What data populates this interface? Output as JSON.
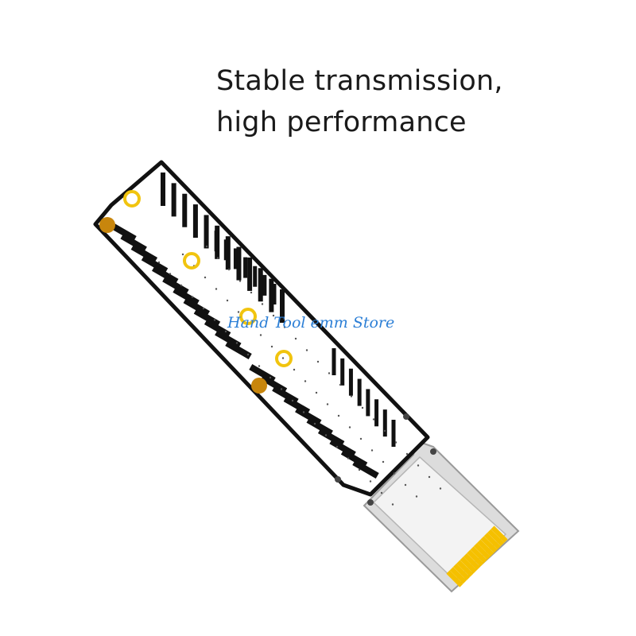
{
  "headline": {
    "line1": "Stable transmission,",
    "line2": "high performance"
  },
  "watermark": {
    "text": "Hand Tool emm Store",
    "color": "#2c7fd6"
  },
  "product": {
    "board_color": "#ffffff",
    "outline_color": "#111111",
    "pad_gold_color": "#c8860d",
    "ring_gold_color": "#f1c40f",
    "contact_color": "#f5c000",
    "connector_color": "#d9d9d9",
    "contact_count": 14
  }
}
